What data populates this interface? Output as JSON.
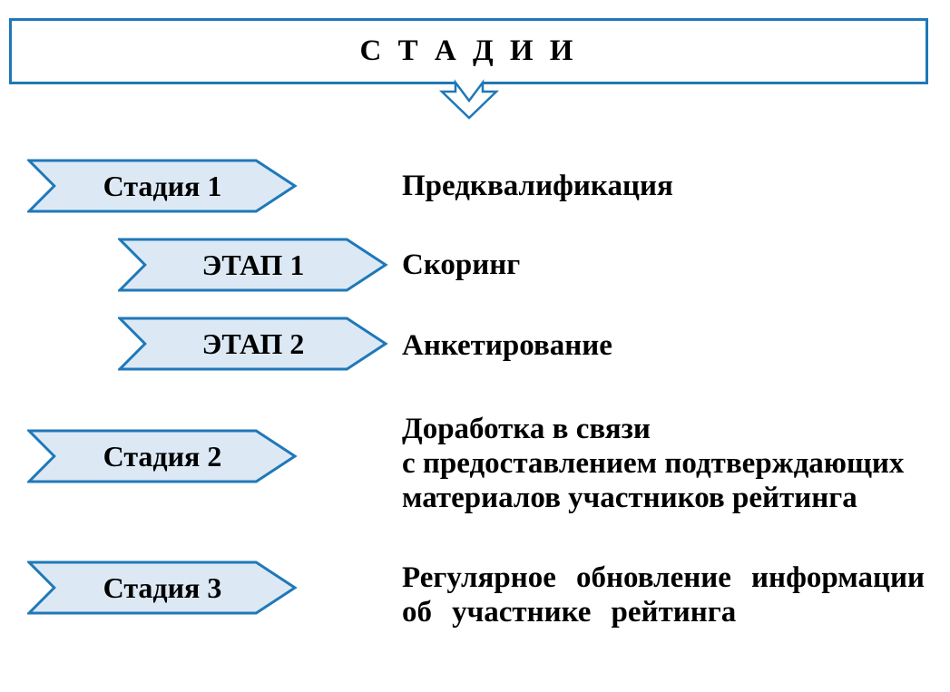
{
  "title": "С Т А Д И И",
  "colors": {
    "border": "#1F78B8",
    "banner_fill": "#DCE9F5",
    "text": "#000000",
    "background": "#FFFFFF"
  },
  "icons": {
    "down_arrow": "chevron-down-arrow"
  },
  "stages": [
    {
      "label": "Стадия 1",
      "type": "stage",
      "description_lines": [
        "Предквалификация"
      ]
    },
    {
      "label": "ЭТАП 1",
      "type": "substage",
      "description_lines": [
        "Скоринг"
      ]
    },
    {
      "label": "ЭТАП 2",
      "type": "substage",
      "description_lines": [
        "Анкетирование"
      ]
    },
    {
      "label": "Стадия 2",
      "type": "stage",
      "description_lines": [
        "Доработка в связи",
        "с предоставлением подтверждающих",
        "материалов участников рейтинга"
      ]
    },
    {
      "label": "Стадия 3",
      "type": "stage",
      "description_lines": [
        "Регулярное обновление информации",
        "об участнике рейтинга"
      ]
    }
  ]
}
